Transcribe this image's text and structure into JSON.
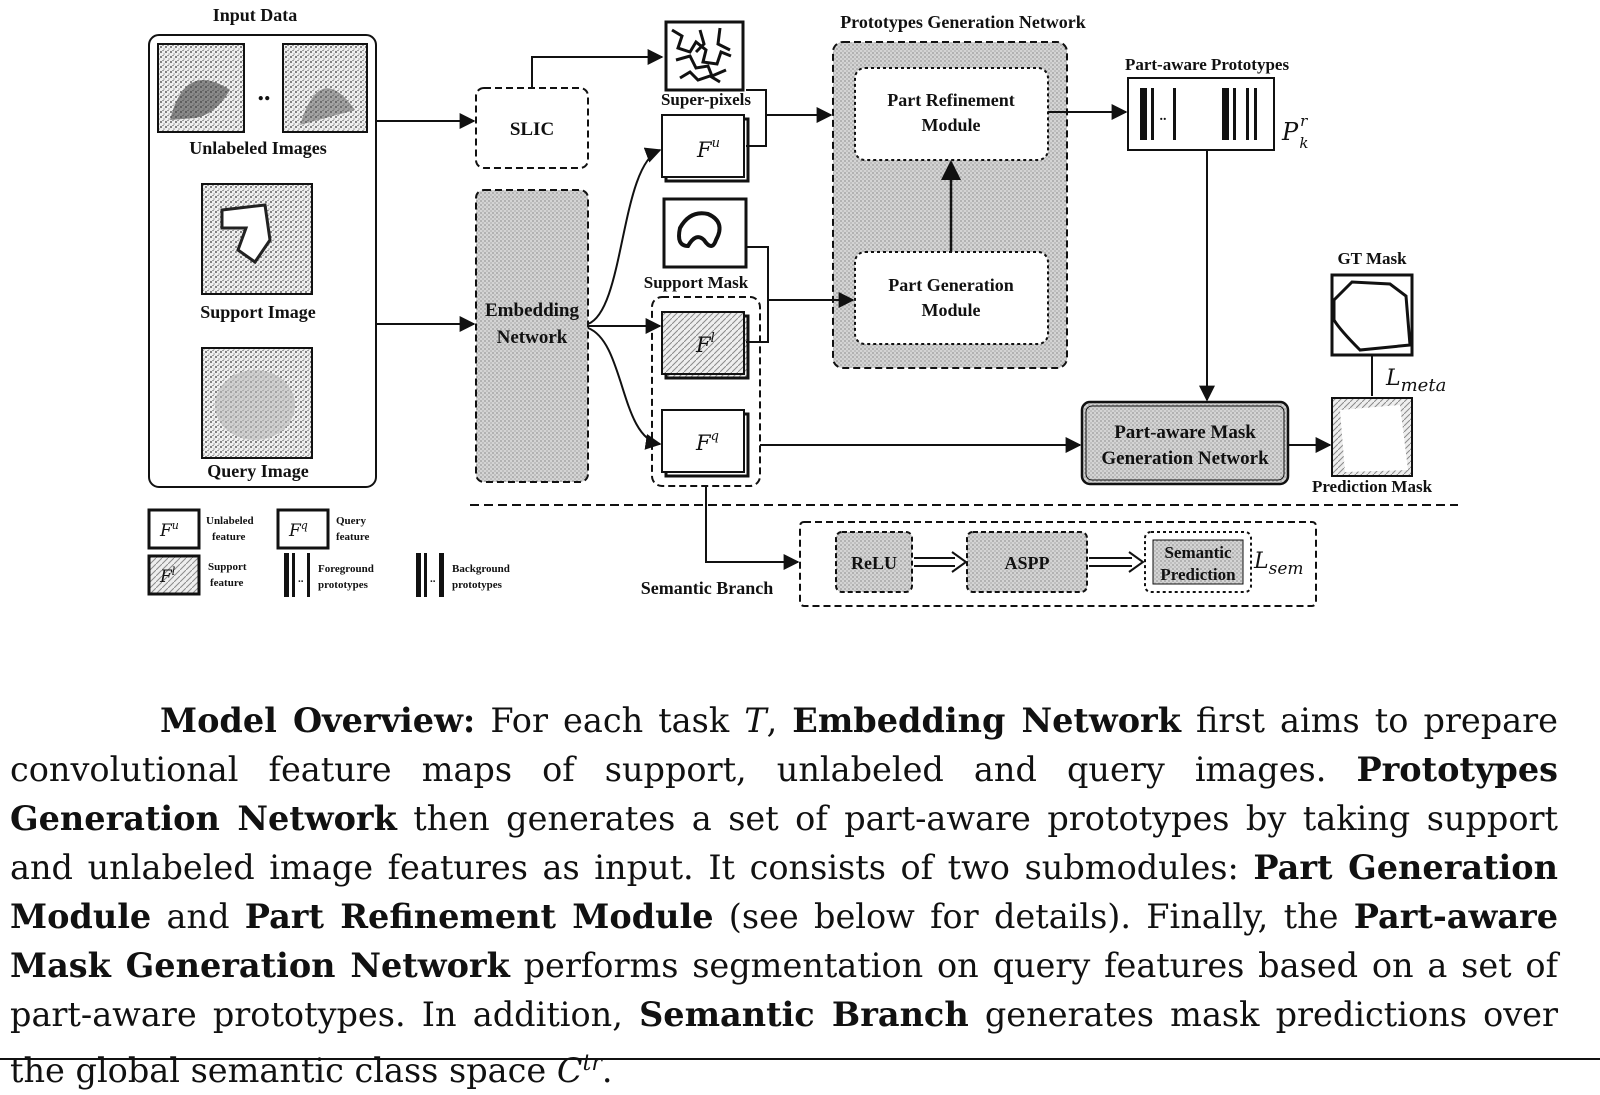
{
  "diagram": {
    "input_data_title": "Input Data",
    "unlabeled_images_label": "Unlabeled Images",
    "ellipsis": "..",
    "support_image_label": "Support Image",
    "query_image_label": "Query Image",
    "slic_label": "SLIC",
    "superpixels_label": "Super-pixels",
    "embedding_label_line1": "Embedding",
    "embedding_label_line2": "Network",
    "feat_unlabeled": "F",
    "feat_unlabeled_sup": "u",
    "feat_support": "F",
    "feat_support_sup": "l",
    "feat_query": "F",
    "feat_query_sup": "q",
    "support_mask_label": "Support Mask",
    "pgn_title": "Prototypes Generation Network",
    "part_refinement_line1": "Part Refinement",
    "part_refinement_line2": "Module",
    "part_generation_line1": "Part Generation",
    "part_generation_line2": "Module",
    "part_aware_prototypes_title": "Part-aware Prototypes",
    "prototype_symbol": "P",
    "prototype_sup": "r",
    "prototype_sub": "k",
    "gt_mask_label": "GT Mask",
    "loss_meta": "L",
    "loss_meta_sub": "meta",
    "mask_gen_line1": "Part-aware Mask",
    "mask_gen_line2": "Generation Network",
    "prediction_mask_label": "Prediction Mask",
    "semantic_branch_label": "Semantic Branch",
    "relu_label": "ReLU",
    "aspp_label": "ASPP",
    "semantic_pred_line1": "Semantic",
    "semantic_pred_line2": "Prediction",
    "loss_sem": "L",
    "loss_sem_sub": "sem",
    "legend": {
      "unlabeled_line1": "Unlabeled",
      "unlabeled_line2": "feature",
      "query_line1": "Query",
      "query_line2": "feature",
      "support_line1": "Support",
      "support_line2": "feature",
      "foreground_line1": "Foreground",
      "foreground_line2": "prototypes",
      "background_line1": "Background",
      "background_line2": "prototypes"
    }
  },
  "caption": {
    "intro_bold": "Model Overview:",
    "t1": " For each task ",
    "task_symbol": "T",
    "t2": ", ",
    "b1": "Embedding Network",
    "t3": " first aims to prepare convolutional feature maps of support, unlabeled and query images. ",
    "b2": "Prototypes Generation Network",
    "t4": " then generates a set of part-aware prototypes by taking support and unlabeled image features as input. It consists of two submodules: ",
    "b3": "Part Generation Module",
    "t5": " and ",
    "b4": "Part Refinement Module",
    "t6": " (see below for details). Finally, the ",
    "b5": "Part-aware Mask Generation Network",
    "t7": " performs segmentation on query features based on a set of part-aware prototypes. In addition, ",
    "b6": "Semantic Branch",
    "t8": " generates mask predictions over the global semantic class space ",
    "space_symbol": "C",
    "space_sup": "tr",
    "t9": "."
  }
}
